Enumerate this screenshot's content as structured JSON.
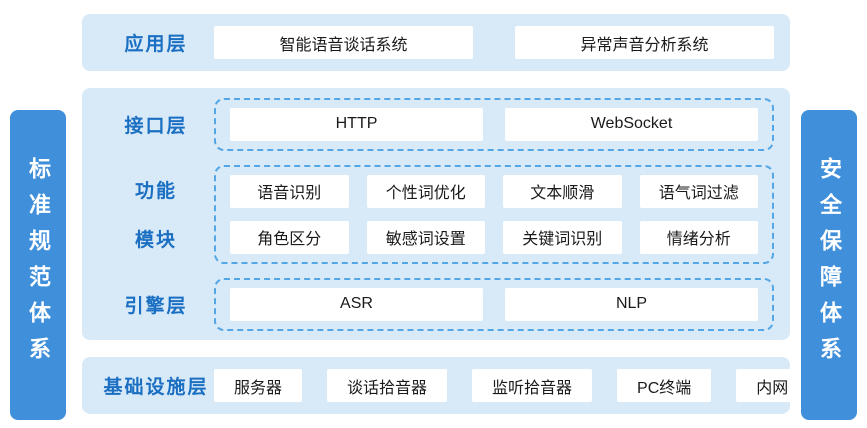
{
  "colors": {
    "accent": "#3F8FDB",
    "panel": "#D8EAF8",
    "label": "#1B6FC2",
    "dash": "#54A6E4",
    "text": "#1A1A1A"
  },
  "left_pillar": {
    "label": "标准规范体系"
  },
  "right_pillar": {
    "label": "安全保障体系"
  },
  "application_layer": {
    "label": "应用层",
    "items": [
      "智能语音谈话系统",
      "异常声音分析系统"
    ]
  },
  "interface_layer": {
    "label": "接口层",
    "items": [
      "HTTP",
      "WebSocket"
    ]
  },
  "function_module": {
    "label_line1": "功能",
    "label_line2": "模块",
    "rows": [
      [
        "语音识别",
        "个性词优化",
        "文本顺滑",
        "语气词过滤"
      ],
      [
        "角色区分",
        "敏感词设置",
        "关键词识别",
        "情绪分析"
      ]
    ]
  },
  "engine_layer": {
    "label": "引擎层",
    "items": [
      "ASR",
      "NLP"
    ]
  },
  "infrastructure_layer": {
    "label": "基础设施层",
    "items": [
      "服务器",
      "谈话拾音器",
      "监听拾音器",
      "PC终端",
      "内网"
    ]
  }
}
